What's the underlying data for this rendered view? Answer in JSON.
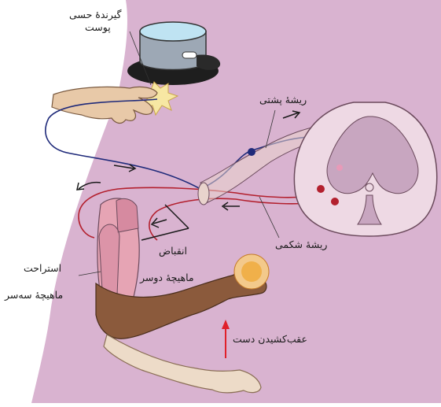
{
  "labels": {
    "skin_receptor_line1": "گیرندهٔ حسی",
    "skin_receptor_line2": "پوست",
    "dorsal_root": "ریشهٔ پشتی",
    "ventral_root": "ریشهٔ شکمی",
    "contraction": "انقباض",
    "biceps": "ماهیچهٔ دوسر",
    "triceps_rest": "استراحت",
    "triceps": "ماهیچهٔ سه‌سر",
    "withdrawal": "عقب‌کشیدن دست"
  },
  "colors": {
    "background_band": "#d9b3d0",
    "sensory_nerve": "#1f2a7a",
    "motor_nerve": "#b3202e",
    "arrow": "#1a1a1a",
    "withdrawal_arrow": "#e0202a",
    "skin_light": "#e8c9a8",
    "skin_dark": "#8b5a3c",
    "spinal_gray": "#c8a6c0",
    "spinal_white": "#eed9e4"
  },
  "icons": [
    "pot-icon",
    "hand-icon",
    "flame-icon",
    "spinal-cord-icon",
    "arm-icon",
    "muscle-icon"
  ]
}
